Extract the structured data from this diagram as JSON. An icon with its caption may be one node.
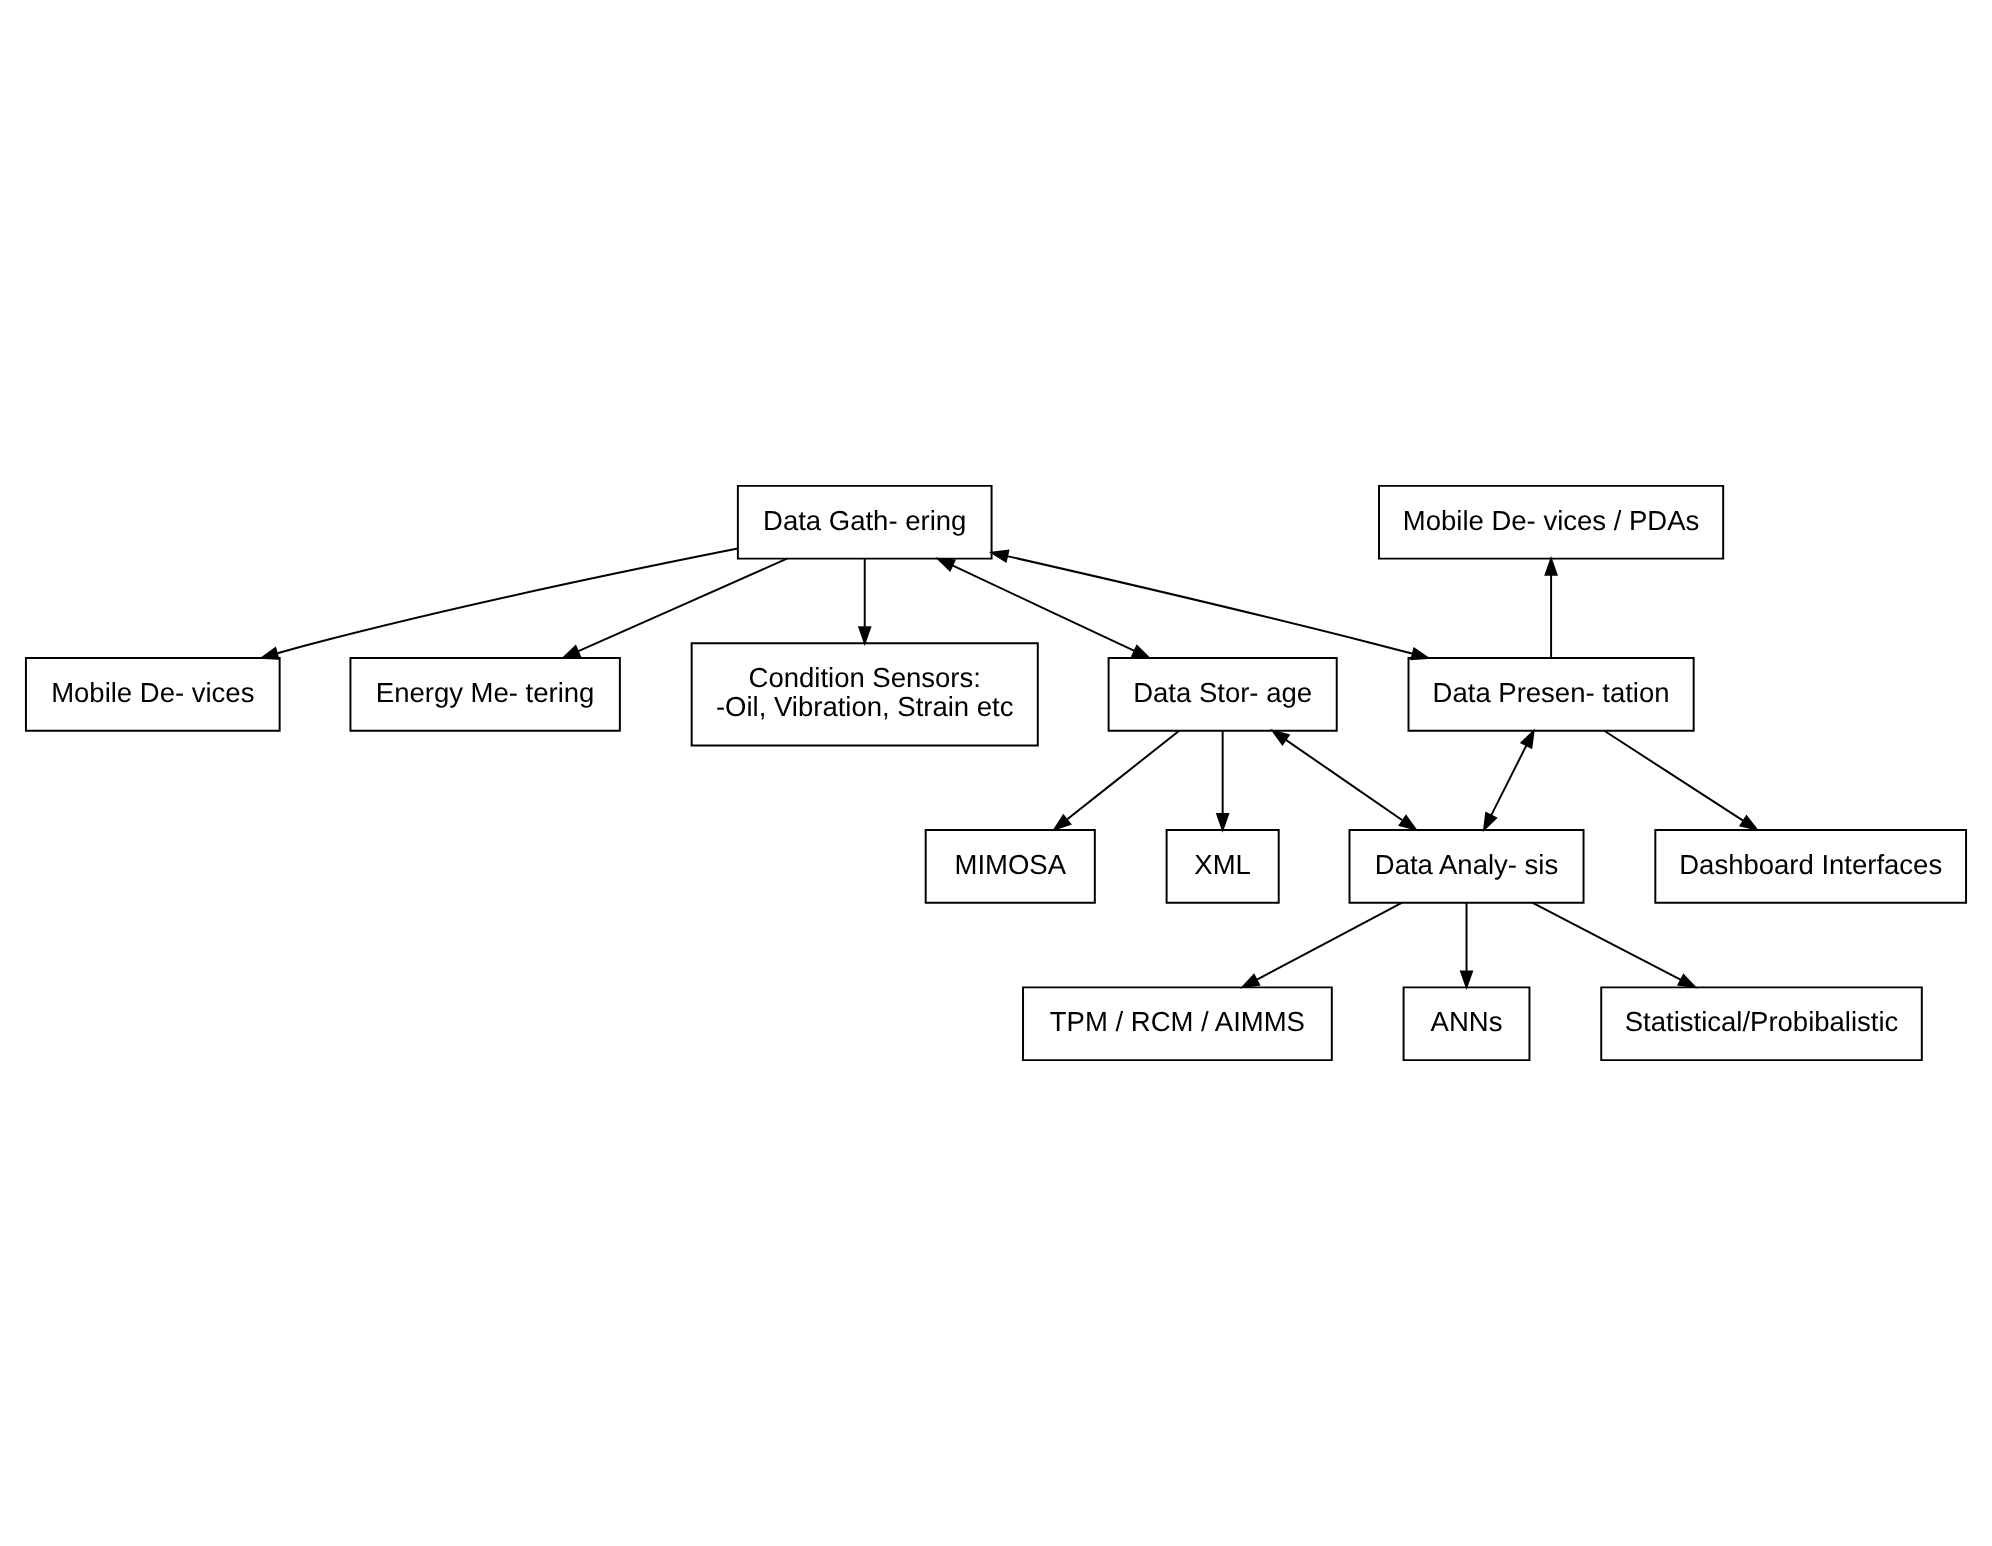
{
  "diagram": {
    "nodes": [
      {
        "text": [
          "Condition Sensors:",
          "-Oil, Vibration, Strain etc"
        ]
      },
      {
        "text": [
          "Mobile De- vices"
        ]
      },
      {
        "text": [
          "Energy Me- tering"
        ]
      },
      {
        "text": [
          "Data Gath- ering"
        ]
      },
      {
        "text": [
          "Mobile De- vices / PDAs"
        ]
      },
      {
        "text": [
          "Data Presen- tation"
        ]
      },
      {
        "text": [
          "Data Stor- age"
        ]
      },
      {
        "text": [
          "MIMOSA"
        ]
      },
      {
        "text": [
          "XML"
        ]
      },
      {
        "text": [
          "Dashboard Interfaces"
        ]
      },
      {
        "text": [
          "Data Analy- sis"
        ]
      },
      {
        "text": [
          "TPM / RCM / AIMMS"
        ]
      },
      {
        "text": [
          "ANNs"
        ]
      },
      {
        "text": [
          "Statistical/Probibalistic"
        ]
      }
    ],
    "edges": [
      {
        "from": 3,
        "to": 0,
        "arrow": "to"
      },
      {
        "from": 3,
        "to": 1,
        "arrow": "to"
      },
      {
        "from": 3,
        "to": 2,
        "arrow": "to"
      },
      {
        "from": 3,
        "to": 5,
        "arrow": "both"
      },
      {
        "from": 3,
        "to": 6,
        "arrow": "both"
      },
      {
        "from": 5,
        "to": 4,
        "arrow": "to"
      },
      {
        "from": 6,
        "to": 7,
        "arrow": "to"
      },
      {
        "from": 5,
        "to": 9,
        "arrow": "to"
      },
      {
        "from": 6,
        "to": 8,
        "arrow": "to"
      },
      {
        "from": 5,
        "to": 10,
        "arrow": "both"
      },
      {
        "from": 6,
        "to": 10,
        "arrow": "both"
      },
      {
        "from": 10,
        "to": 11,
        "arrow": "to"
      },
      {
        "from": 10,
        "to": 12,
        "arrow": "to"
      },
      {
        "from": 10,
        "to": 13,
        "arrow": "to"
      }
    ]
  }
}
